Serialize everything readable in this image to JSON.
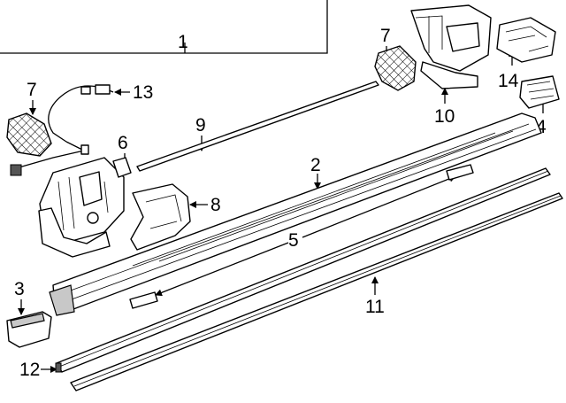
{
  "callouts": [
    {
      "id": "1",
      "text": "1"
    },
    {
      "id": "2",
      "text": "2"
    },
    {
      "id": "3",
      "text": "3"
    },
    {
      "id": "4",
      "text": "4"
    },
    {
      "id": "5",
      "text": "5"
    },
    {
      "id": "6",
      "text": "6"
    },
    {
      "id": "7a",
      "text": "7"
    },
    {
      "id": "7b",
      "text": "7"
    },
    {
      "id": "8",
      "text": "8"
    },
    {
      "id": "9",
      "text": "9"
    },
    {
      "id": "10",
      "text": "10"
    },
    {
      "id": "11",
      "text": "11"
    },
    {
      "id": "12",
      "text": "12"
    },
    {
      "id": "13",
      "text": "13"
    },
    {
      "id": "14",
      "text": "14"
    }
  ]
}
